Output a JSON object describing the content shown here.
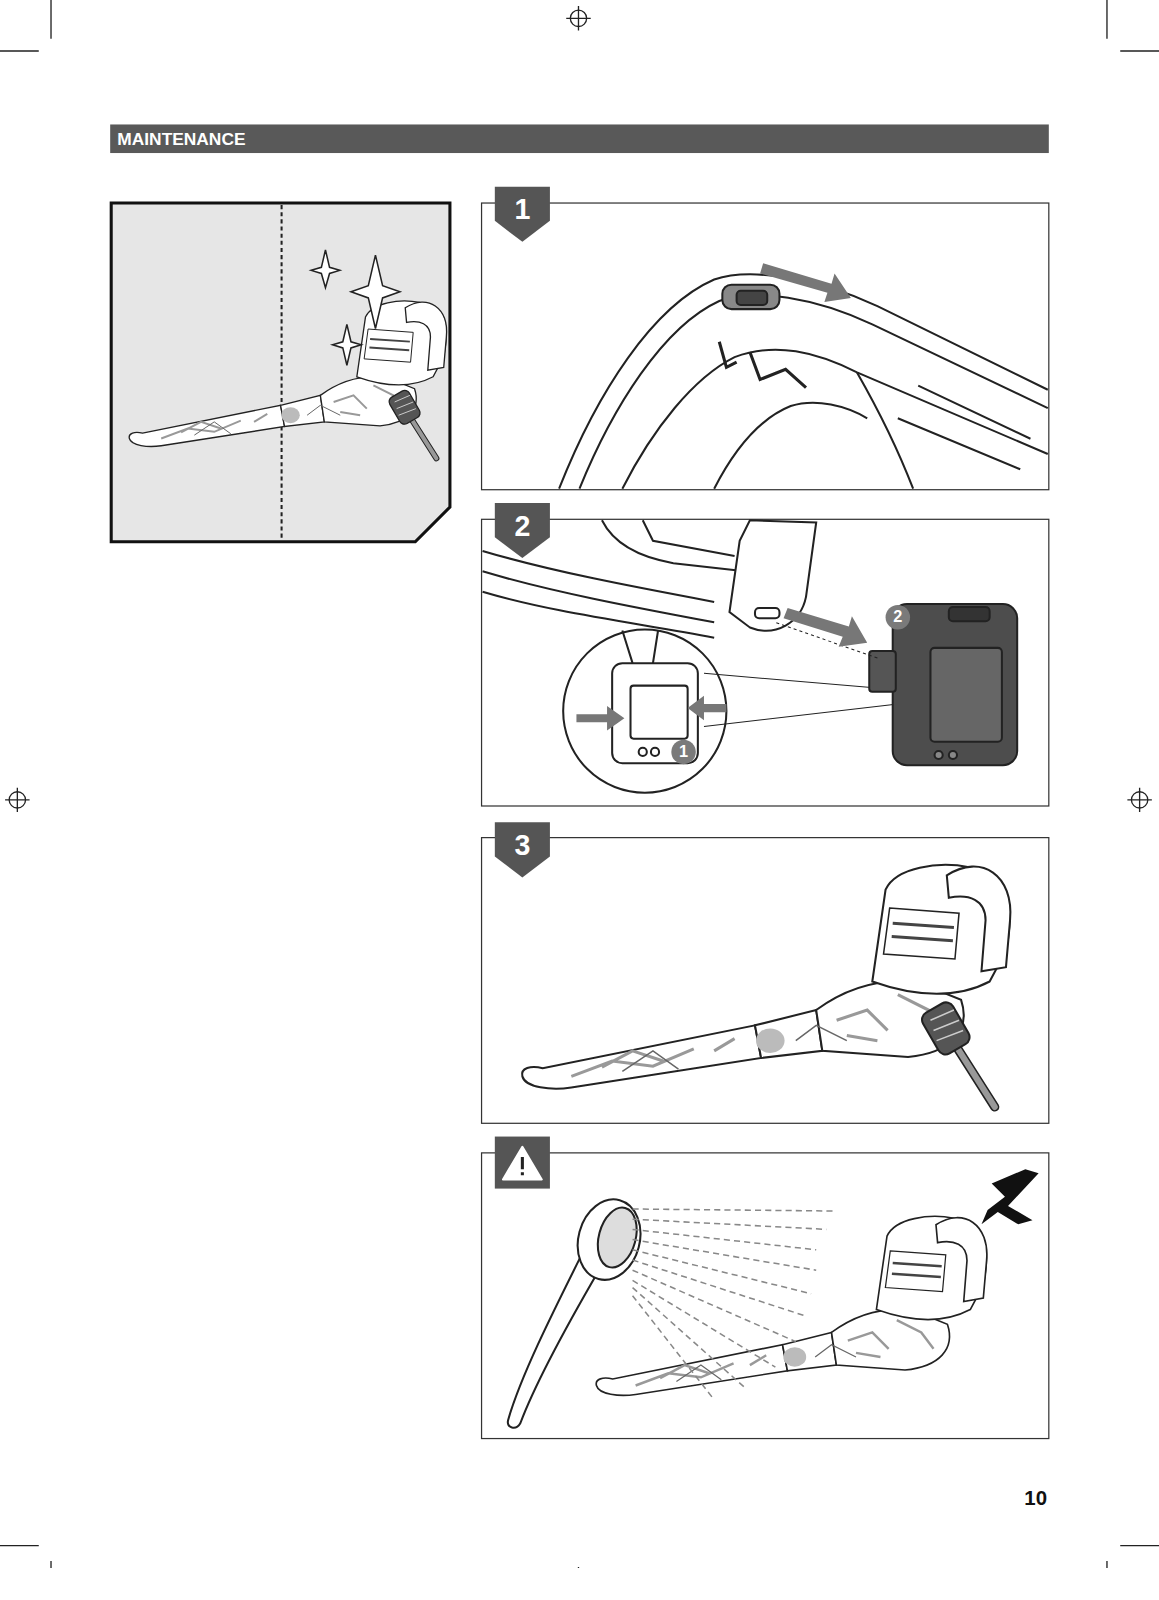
{
  "diagram": {
    "title": "MAINTENANCE",
    "nodes": [
      {
        "text": [
          "1"
        ]
      },
      {
        "text": [
          "2"
        ]
      },
      {
        "text": [
          "3"
        ]
      },
      {
        "text": [
          "2"
        ]
      },
      {
        "text": [
          "1"
        ]
      }
    ],
    "labels": [
      "10"
    ]
  }
}
